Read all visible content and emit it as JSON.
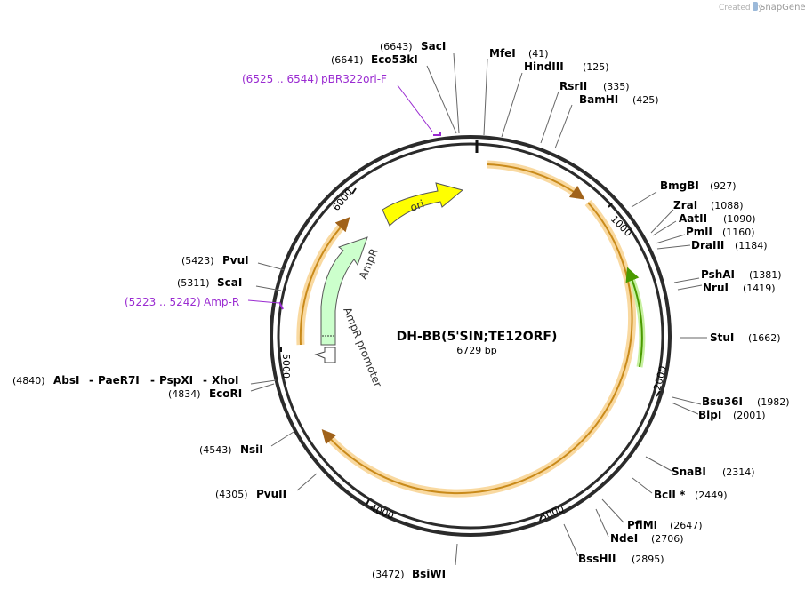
{
  "watermark": {
    "prefix": "Created by",
    "brand": "SnapGene"
  },
  "plasmid": {
    "name": "DH-BB(5'SIN;TE12ORF)",
    "length_label": "6729 bp",
    "total_bp": 6729
  },
  "ticks": [
    "1000",
    "2000",
    "3000",
    "4000",
    "5000",
    "6000"
  ],
  "features": {
    "ori": "ori",
    "ampr": "AmpR",
    "ampr_promoter": "AmpR promoter"
  },
  "primers": [
    {
      "range": "(6525 .. 6544)",
      "name": "pBR322ori-F"
    },
    {
      "range": "(5223 .. 5242)",
      "name": "Amp-R"
    }
  ],
  "enzymes_right": [
    {
      "name": "MfeI",
      "pos": "(41)"
    },
    {
      "name": "HindIII",
      "pos": "(125)"
    },
    {
      "name": "RsrII",
      "pos": "(335)"
    },
    {
      "name": "BamHI",
      "pos": "(425)"
    },
    {
      "name": "BmgBI",
      "pos": "(927)"
    },
    {
      "name": "ZraI",
      "pos": "(1088)"
    },
    {
      "name": "AatII",
      "pos": "(1090)"
    },
    {
      "name": "PmlI",
      "pos": "(1160)"
    },
    {
      "name": "DraIII",
      "pos": "(1184)"
    },
    {
      "name": "PshAI",
      "pos": "(1381)"
    },
    {
      "name": "NruI",
      "pos": "(1419)"
    },
    {
      "name": "StuI",
      "pos": "(1662)"
    },
    {
      "name": "Bsu36I",
      "pos": "(1982)"
    },
    {
      "name": "BlpI",
      "pos": "(2001)"
    },
    {
      "name": "SnaBI",
      "pos": "(2314)"
    },
    {
      "name": "BclI *",
      "pos": "(2449)"
    },
    {
      "name": "PflMI",
      "pos": "(2647)"
    },
    {
      "name": "NdeI",
      "pos": "(2706)"
    },
    {
      "name": "BssHII",
      "pos": "(2895)"
    }
  ],
  "enzymes_left": [
    {
      "name": "SacI",
      "pos": "(6643)"
    },
    {
      "name": "Eco53kI",
      "pos": "(6641)"
    },
    {
      "name": "PvuI",
      "pos": "(5423)"
    },
    {
      "name": "ScaI",
      "pos": "(5311)"
    },
    {
      "name": "EcoRI",
      "pos": "(4834)"
    },
    {
      "name": "NsiI",
      "pos": "(4543)"
    },
    {
      "name": "PvuII",
      "pos": "(4305)"
    },
    {
      "name": "BsiWI",
      "pos": "(3472)"
    }
  ],
  "enzyme_group": {
    "pos": "(4840)",
    "names": [
      "AbsI",
      "PaeR7I",
      "PspXI",
      "XhoI"
    ],
    "sep": "-"
  },
  "colors": {
    "backbone": "#2b2b2b",
    "ori": "#ffff00",
    "ampr": "#ccffcc",
    "primer": "#9a2bd1",
    "orf_glow": "#f9d9a0",
    "orf_line": "#c98a1a",
    "green_feature": "#66cc00"
  }
}
